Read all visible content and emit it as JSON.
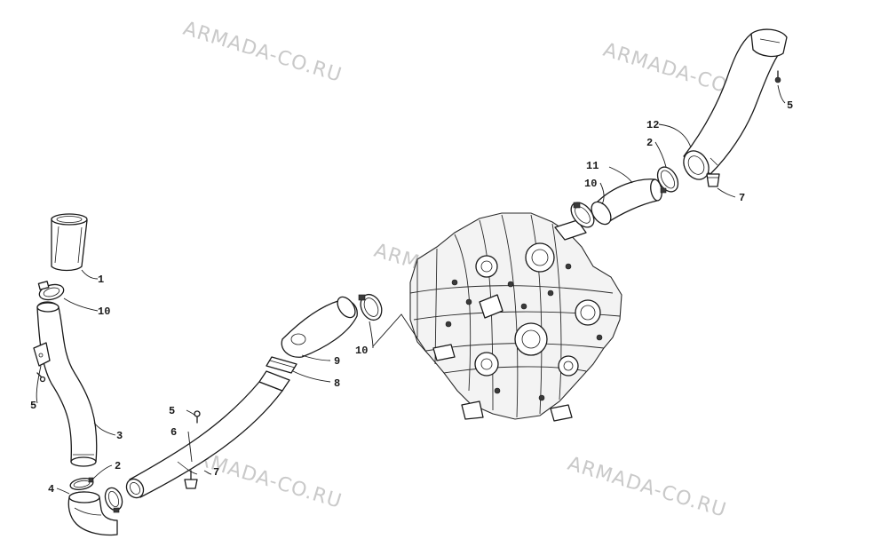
{
  "watermark": "ARMADA-CO.RU",
  "callouts": {
    "c1": "1",
    "c10a": "10",
    "c5a": "5",
    "c3": "3",
    "c2a": "2",
    "c4": "4",
    "c5b": "5",
    "c6": "6",
    "c7a": "7",
    "c9": "9",
    "c8": "8",
    "c10b": "10",
    "c10c": "10",
    "c11": "11",
    "c2b": "2",
    "c12": "12",
    "c5c": "5",
    "c7b": "7"
  }
}
